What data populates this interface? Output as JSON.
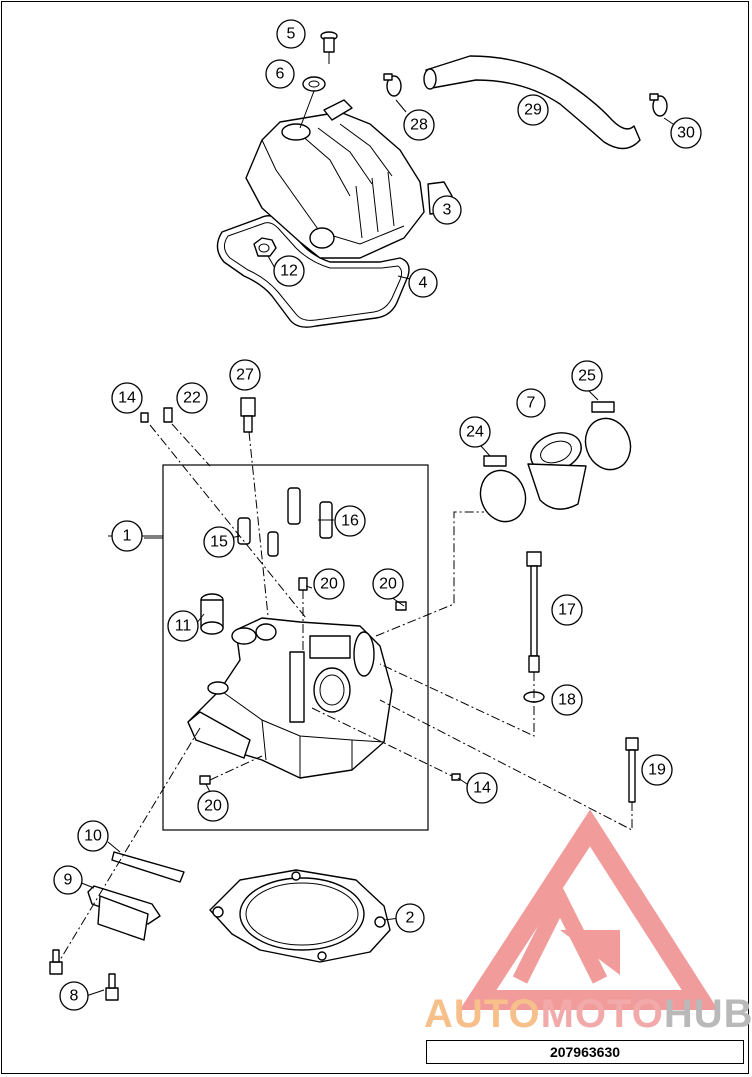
{
  "drawing_number": "207963630",
  "watermark": {
    "part1": "AUTO",
    "part2": "MOTO",
    "part3": "HUB"
  },
  "colors": {
    "watermark_red": "#e85a5a",
    "watermark_orange": "#f5a55a",
    "watermark_gray": "#a0a0a0"
  },
  "callouts": [
    {
      "id": "c5",
      "label": "5"
    },
    {
      "id": "c6",
      "label": "6"
    },
    {
      "id": "c28",
      "label": "28"
    },
    {
      "id": "c29",
      "label": "29"
    },
    {
      "id": "c30",
      "label": "30"
    },
    {
      "id": "c3",
      "label": "3"
    },
    {
      "id": "c12",
      "label": "12"
    },
    {
      "id": "c4",
      "label": "4"
    },
    {
      "id": "c27",
      "label": "27"
    },
    {
      "id": "c14a",
      "label": "14"
    },
    {
      "id": "c22",
      "label": "22"
    },
    {
      "id": "c25",
      "label": "25"
    },
    {
      "id": "c7",
      "label": "7"
    },
    {
      "id": "c24",
      "label": "24"
    },
    {
      "id": "c1",
      "label": "1"
    },
    {
      "id": "c16",
      "label": "16"
    },
    {
      "id": "c15",
      "label": "15"
    },
    {
      "id": "c20a",
      "label": "20"
    },
    {
      "id": "c20b",
      "label": "20"
    },
    {
      "id": "c17",
      "label": "17"
    },
    {
      "id": "c11",
      "label": "11"
    },
    {
      "id": "c18",
      "label": "18"
    },
    {
      "id": "c19",
      "label": "19"
    },
    {
      "id": "c14b",
      "label": "14"
    },
    {
      "id": "c20c",
      "label": "20"
    },
    {
      "id": "c10",
      "label": "10"
    },
    {
      "id": "c9",
      "label": "9"
    },
    {
      "id": "c2",
      "label": "2"
    },
    {
      "id": "c8",
      "label": "8"
    }
  ]
}
